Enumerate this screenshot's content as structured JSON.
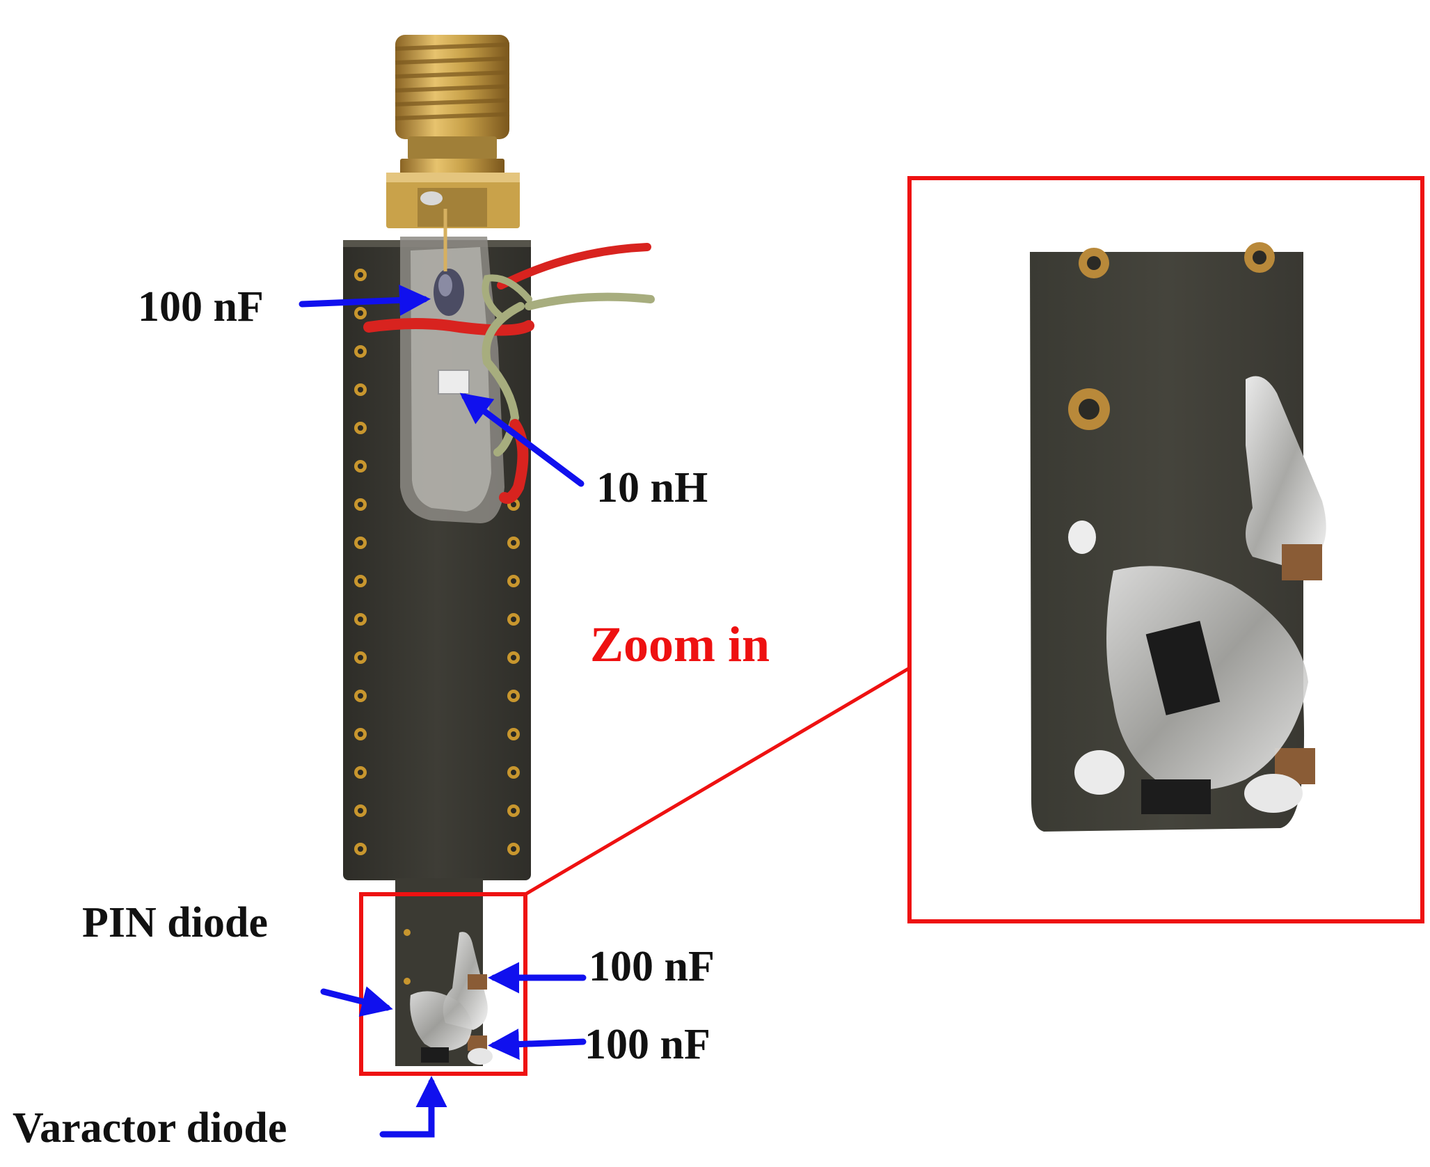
{
  "labels": {
    "cap_top": "100 nF",
    "inductor": "10 nH",
    "zoom": "Zoom in",
    "pin_diode": "PIN diode",
    "cap_right_1": "100 nF",
    "cap_right_2": "100 nF",
    "varactor": "Varactor diode"
  },
  "colors": {
    "arrow": "#1010ee",
    "zoom_frame": "#ee1111",
    "zoom_text": "#ee1111",
    "pcb": "#3c3b34",
    "via_ring": "#c8962e",
    "connector_gold": "#c9a24a",
    "wire_red": "#d8231f",
    "wire_green": "#a7ad7e",
    "solder": "#cfcfcf"
  },
  "icons": {
    "connector": "sma-connector",
    "pcb": "antenna-pcb",
    "arrow": "blue-pointer-arrow"
  }
}
